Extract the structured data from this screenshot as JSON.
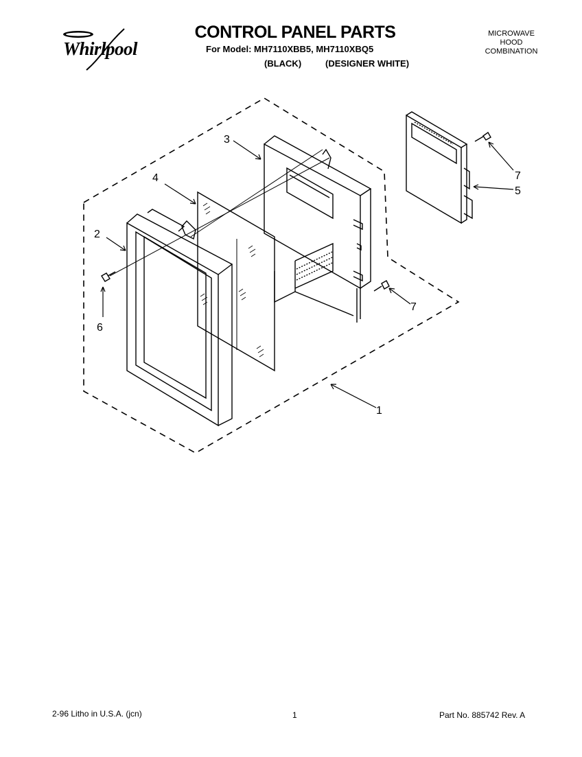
{
  "header": {
    "brand": "Whirlpool",
    "title": "CONTROL PANEL PARTS",
    "model_line": "For Model: MH7110XBB5, MH7110XBQ5",
    "variant_black": "(BLACK)",
    "variant_white": "(DESIGNER WHITE)",
    "category_lines": [
      "MICROWAVE",
      "HOOD",
      "COMBINATION"
    ]
  },
  "callouts": {
    "c1": "1",
    "c2": "2",
    "c3": "3",
    "c4": "4",
    "c5": "5",
    "c6": "6",
    "c7a": "7",
    "c7b": "7"
  },
  "footer": {
    "litho": "2-96 Litho in U.S.A. (jcn)",
    "page": "1",
    "part_no": "Part No. 885742 Rev. A"
  }
}
